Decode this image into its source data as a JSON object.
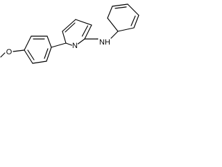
{
  "molecule": {
    "atom_labels": {
      "amine_nh": "NH",
      "pyridine_n": "N",
      "ether_o": "O"
    },
    "colors": {
      "bond": "#000000",
      "text": "#000000",
      "background": "#ffffff"
    }
  }
}
